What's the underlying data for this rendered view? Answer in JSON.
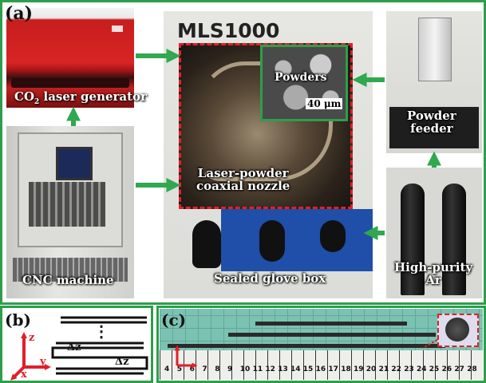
{
  "panels": {
    "a": {
      "label": "(a)"
    },
    "b": {
      "label": "(b)"
    },
    "c": {
      "label": "(c)"
    }
  },
  "machine_title": "MLS1000",
  "captions": {
    "laser_generator_pre": "CO",
    "laser_generator_sub": "2",
    "laser_generator_post": " laser generator",
    "cnc_machine": "CNC machine",
    "powders": "Powders",
    "scale_bar": "40 μm",
    "powder_feeder_line1": "Powder",
    "powder_feeder_line2": "feeder",
    "nozzle_line1": "Laser-powder",
    "nozzle_line2": "coaxial nozzle",
    "glove_box": "Sealed glove box",
    "argon_line1": "High-purity",
    "argon_line2": "Ar"
  },
  "scan_strategy": {
    "dots": "⋮",
    "delta_z_1": "Δz",
    "delta_z_2": "Δz",
    "axis_z": "z",
    "axis_x": "x",
    "axis_y": "y"
  },
  "ruler_numbers": [
    "4",
    "5",
    "6",
    "7",
    "8",
    "9",
    "10",
    "11",
    "12",
    "13",
    "14",
    "15",
    "16",
    "17",
    "18",
    "19",
    "20",
    "21",
    "22",
    "23",
    "24",
    "25",
    "26",
    "27",
    "28"
  ],
  "colors": {
    "panel_border": "#2e9e4a",
    "arrow_green": "#2fa84f",
    "dashed_red": "#e0202a",
    "axis_red": "#e0202a",
    "glove_box_blue": "#1f4fa8"
  }
}
